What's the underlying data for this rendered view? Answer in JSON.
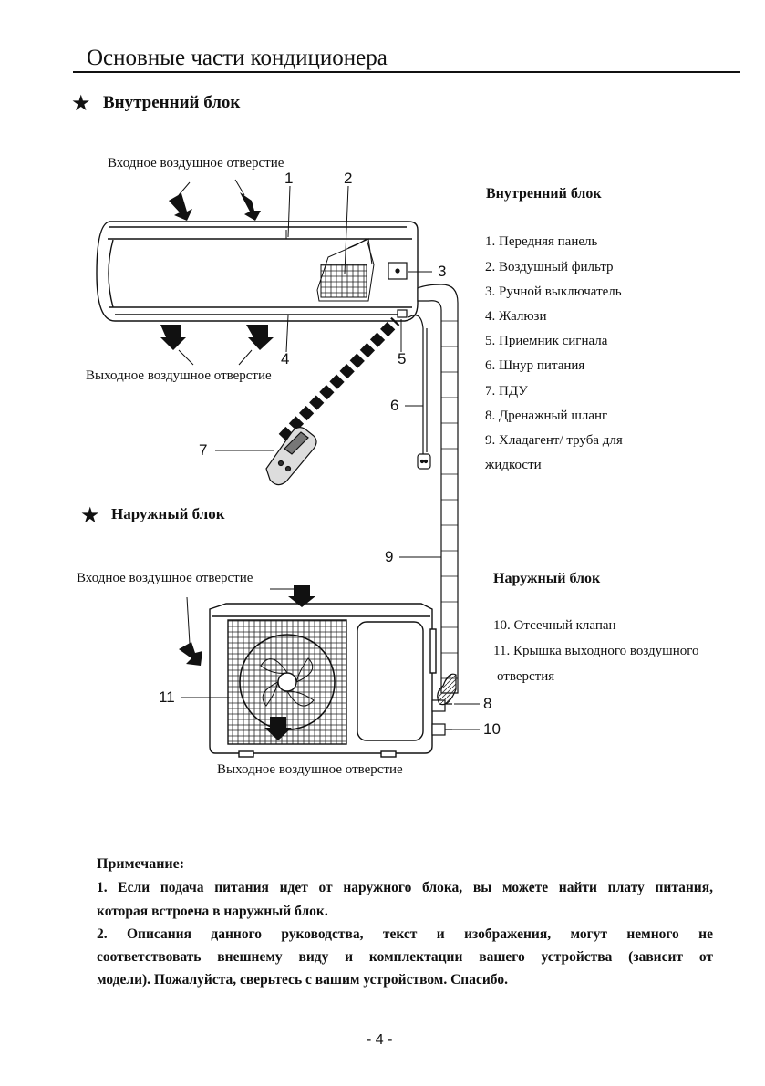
{
  "page": {
    "title": "Основные части кондиционера",
    "page_number": "- 4 -"
  },
  "indoor": {
    "section_title": "Внутренний блок",
    "star_icon": "★",
    "intake_label": "Входное воздушное отверстие",
    "outlet_label": "Выходное воздушное отверстие",
    "callouts": [
      "1",
      "2",
      "3",
      "4",
      "5",
      "6",
      "7"
    ],
    "list_title": "Внутренний блок",
    "items": [
      "1. Передняя панель",
      "2. Воздушный фильтр",
      "3. Ручной выключатель",
      "4. Жалюзи",
      "5. Приемник сигнала",
      "6. Шнур питания",
      "7. ПДУ",
      "8. Дренажный шланг",
      "9. Хладагент/ труба для",
      "жидкости"
    ]
  },
  "outdoor": {
    "section_title": "Наружный блок",
    "star_icon": "★",
    "intake_label": "Входное воздушное отверстие",
    "outlet_label": "Выходное воздушное отверстие",
    "callouts": [
      "8",
      "9",
      "10",
      "11"
    ],
    "list_title": "Наружный блок",
    "items": [
      "10. Отсечный клапан",
      "11. Крышка выходного воздушного",
      "отверстия"
    ]
  },
  "note": {
    "title": "Примечание:",
    "line1": "1. Если подача питания идет от наружного блока, вы можете найти плату питания,",
    "line2": "которая встроена в наружный блок.",
    "line3": "2. Описания данного руководства, текст и изображения, могут немного не",
    "line4": "соответствовать внешнему виду и комплектации вашего устройства (зависит от",
    "line5": "модели). Пожалуйста, сверьтесь с вашим устройством. Спасибо."
  }
}
